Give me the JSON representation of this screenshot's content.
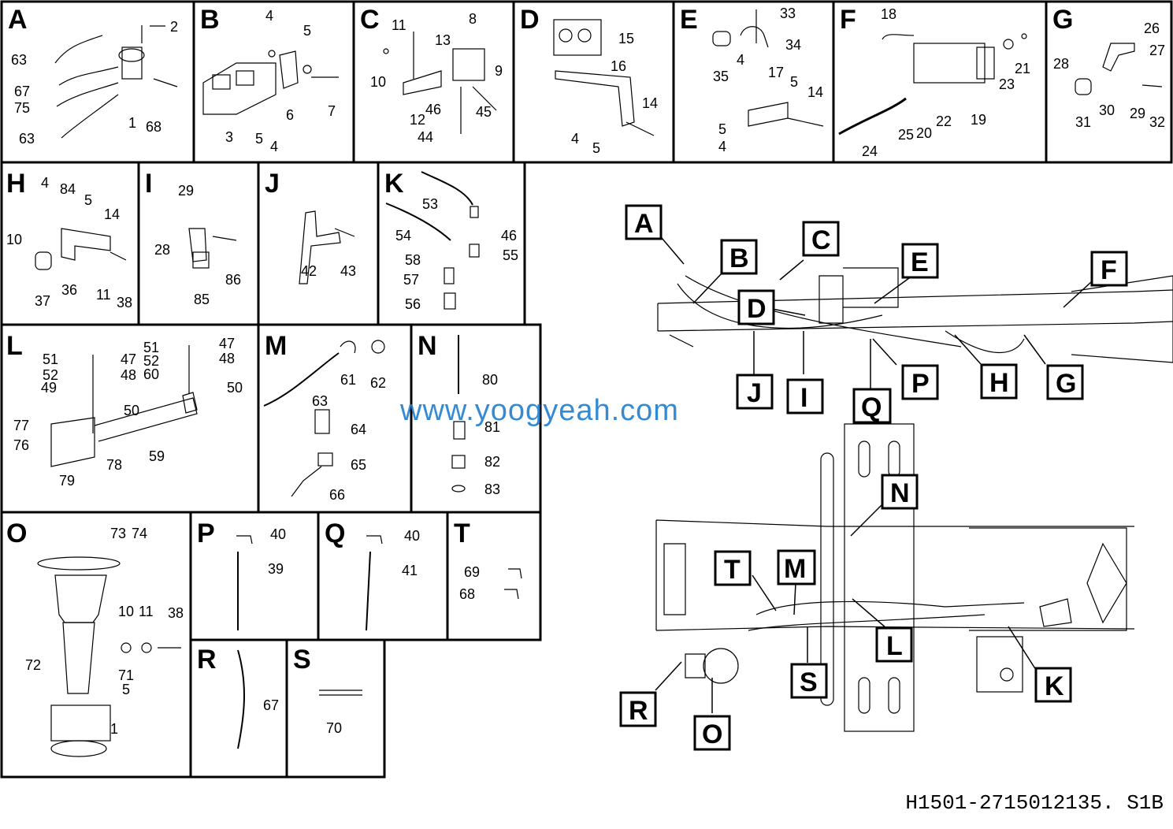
{
  "figure_code": "H1501-2715012135. S1B",
  "watermark": "www.yoogyeah.com",
  "panels": [
    {
      "id": "A",
      "labels": [
        "2",
        "63",
        "67",
        "75",
        "1",
        "68",
        "63"
      ]
    },
    {
      "id": "B",
      "labels": [
        "4",
        "5",
        "6",
        "7",
        "3",
        "5",
        "4"
      ]
    },
    {
      "id": "C",
      "labels": [
        "11",
        "8",
        "13",
        "9",
        "10",
        "12",
        "46",
        "45",
        "44"
      ]
    },
    {
      "id": "D",
      "labels": [
        "15",
        "16",
        "14",
        "4",
        "5"
      ]
    },
    {
      "id": "E",
      "labels": [
        "33",
        "34",
        "35",
        "4",
        "17",
        "5",
        "14",
        "5",
        "4"
      ]
    },
    {
      "id": "F",
      "labels": [
        "18",
        "21",
        "23",
        "22",
        "19",
        "25",
        "20",
        "24"
      ]
    },
    {
      "id": "G",
      "labels": [
        "26",
        "27",
        "28",
        "30",
        "29",
        "31",
        "32"
      ]
    },
    {
      "id": "H",
      "labels": [
        "4",
        "84",
        "5",
        "14",
        "10",
        "36",
        "11",
        "37",
        "38"
      ]
    },
    {
      "id": "I",
      "labels": [
        "29",
        "28",
        "86",
        "85"
      ]
    },
    {
      "id": "J",
      "labels": [
        "42",
        "43"
      ]
    },
    {
      "id": "K",
      "labels": [
        "53",
        "54",
        "46",
        "58",
        "55",
        "57",
        "56"
      ]
    },
    {
      "id": "L",
      "labels": [
        "51",
        "47",
        "52",
        "48",
        "49",
        "51",
        "47",
        "52",
        "48",
        "60",
        "50",
        "50",
        "77",
        "76",
        "78",
        "59",
        "79"
      ]
    },
    {
      "id": "M",
      "labels": [
        "61",
        "62",
        "63",
        "64",
        "65",
        "66"
      ]
    },
    {
      "id": "N",
      "labels": [
        "80",
        "81",
        "82",
        "83"
      ]
    },
    {
      "id": "O",
      "labels": [
        "73",
        "74",
        "10",
        "11",
        "38",
        "72",
        "71",
        "5",
        "1"
      ]
    },
    {
      "id": "P",
      "labels": [
        "40",
        "39"
      ]
    },
    {
      "id": "Q",
      "labels": [
        "40",
        "41"
      ]
    },
    {
      "id": "T",
      "labels": [
        "69",
        "68"
      ]
    },
    {
      "id": "R",
      "labels": [
        "67"
      ]
    },
    {
      "id": "S",
      "labels": [
        "70"
      ]
    }
  ],
  "callouts_top": [
    "A",
    "B",
    "C",
    "D",
    "E",
    "F",
    "J",
    "I",
    "Q",
    "P",
    "H",
    "G"
  ],
  "callouts_bottom": [
    "N",
    "T",
    "M",
    "L",
    "K",
    "R",
    "S",
    "O"
  ]
}
